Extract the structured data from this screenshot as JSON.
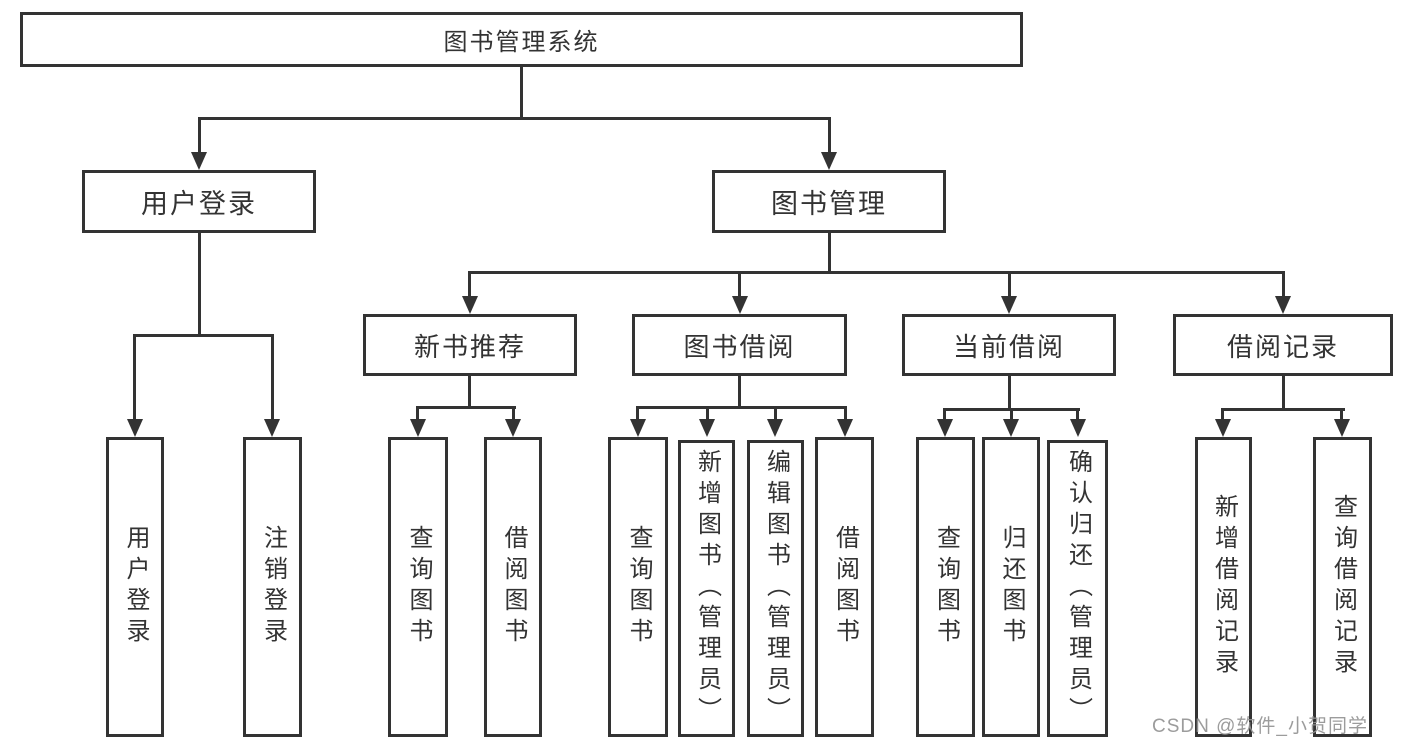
{
  "diagram": {
    "type": "tree",
    "root": {
      "label": "图书管理系统"
    },
    "branches": [
      {
        "label": "用户登录",
        "children": [
          {
            "label": "用户登录"
          },
          {
            "label": "注销登录"
          }
        ]
      },
      {
        "label": "图书管理",
        "children": [
          {
            "label": "新书推荐",
            "children": [
              {
                "label": "查询图书"
              },
              {
                "label": "借阅图书"
              }
            ]
          },
          {
            "label": "图书借阅",
            "children": [
              {
                "label": "查询图书"
              },
              {
                "label": "新增图书（管理员）"
              },
              {
                "label": "编辑图书（管理员）"
              },
              {
                "label": "借阅图书"
              }
            ]
          },
          {
            "label": "当前借阅",
            "children": [
              {
                "label": "查询图书"
              },
              {
                "label": "归还图书"
              },
              {
                "label": "确认归还（管理员）"
              }
            ]
          },
          {
            "label": "借阅记录",
            "children": [
              {
                "label": "新增借阅记录"
              },
              {
                "label": "查询借阅记录"
              }
            ]
          }
        ]
      }
    ]
  },
  "watermark": {
    "text": "CSDN @软件_小贺同学"
  },
  "colors": {
    "line": "#333333",
    "text": "#333333",
    "background": "#ffffff",
    "watermark": "#949494"
  }
}
